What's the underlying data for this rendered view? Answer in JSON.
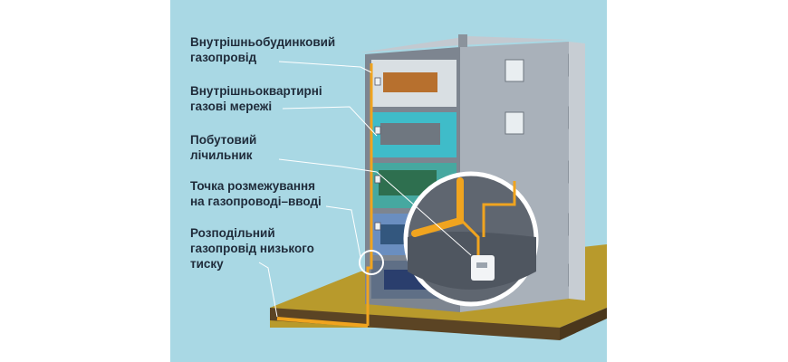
{
  "labels": [
    {
      "id": "internal-building-pipeline",
      "text": "Внутрішньобудинковий\nгазопровід"
    },
    {
      "id": "internal-apartment-networks",
      "text": "Внутрішньоквартирні\nгазові мережі"
    },
    {
      "id": "household-meter",
      "text": "Побутовий\nлічильник"
    },
    {
      "id": "demarcation-point",
      "text": "Точка розмежування\nна газопроводі–вводі"
    },
    {
      "id": "low-pressure-distribution",
      "text": "Розподільний\nгазопровід низького\nтиску"
    }
  ],
  "colors": {
    "background": "#a9d8e4",
    "pipe": "#f0a41f",
    "ground": "#b89a2c",
    "soil": "#5b4424",
    "building_side": "#a9b1ba",
    "building_front": "#8a929c",
    "label_text": "#1f2b3a"
  }
}
